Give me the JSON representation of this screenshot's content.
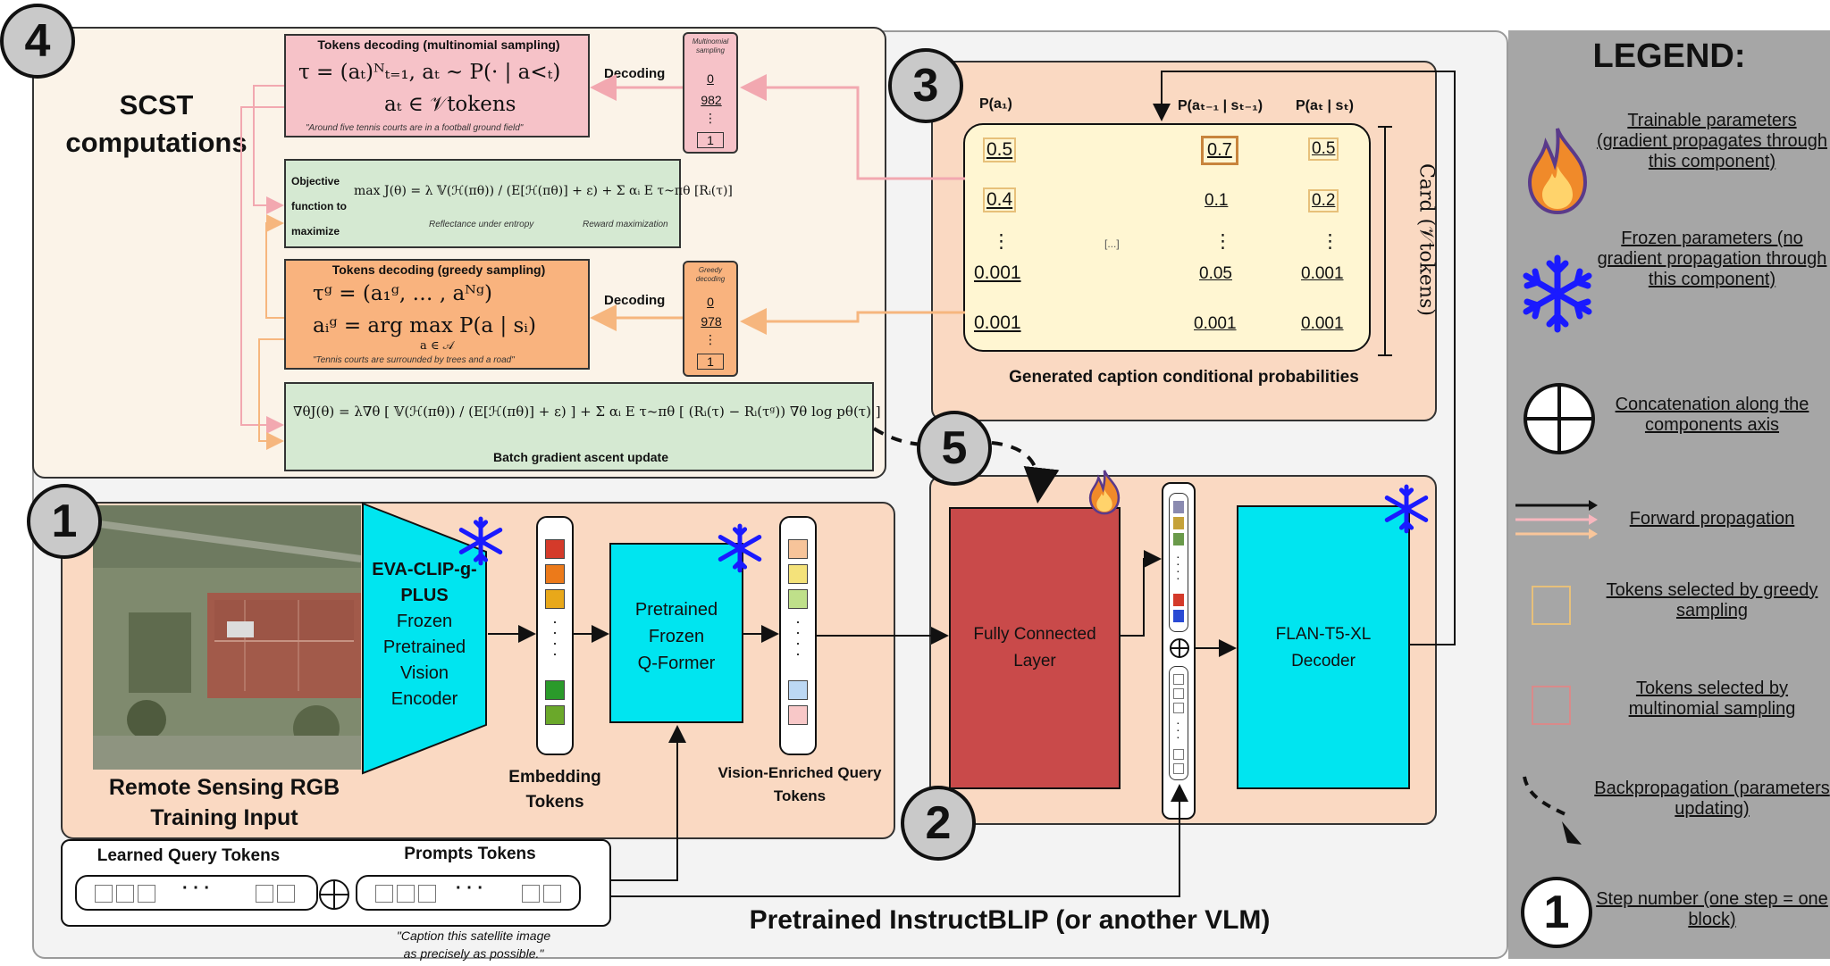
{
  "legend": {
    "title": "LEGEND:",
    "trainable": "Trainable parameters (gradient propagates through this component)",
    "frozen": "Frozen parameters (no gradient propagation through this component)",
    "concat": "Concatenation along the components axis",
    "forward": "Forward propagation",
    "greedy": "Tokens selected by greedy sampling",
    "multinomial": "Tokens selected by multinomial sampling",
    "backprop": "Backpropagation (parameters updating)",
    "step": "Step number (one step = one block)",
    "step_digit": "1"
  },
  "steps": [
    "4",
    "3",
    "5",
    "1",
    "2"
  ],
  "scst": {
    "label_line1": "SCST",
    "label_line2": "computations",
    "multinomial_title": "Tokens decoding (multinomial sampling)",
    "multinomial_eq": "τ = (aₜ)ᴺₜ₌₁,  aₜ ~ P(· | a<ₜ)",
    "multinomial_eq2": "aₜ ∈ 𝒱tokens",
    "multinomial_note": "\"Around five tennis courts are in a football ground field\"",
    "objective_label1": "Objective",
    "objective_label2": "function to",
    "objective_label3": "maximize",
    "objective_eq": "max J(θ) = λ 𝕍(ℋ(πθ)) / (E[ℋ(πθ)] + ε)  +  Σ αᵢ E τ~πθ [Rᵢ(τ)]",
    "objective_sub1": "Reflectance under entropy",
    "objective_sub2": "Reward maximization",
    "greedy_title": "Tokens decoding (greedy sampling)",
    "greedy_eq": "τᵍ = (a₁ᵍ, … , aᴺᵍ)",
    "greedy_eq2": "aᵢᵍ = arg max P(a | sᵢ)",
    "greedy_eq2_sub": "a ∈ 𝒜",
    "greedy_note": "\"Tennis courts are surrounded by trees and a road\"",
    "gradient_eq": "∇θJ(θ) = λ∇θ [ 𝕍(ℋ(πθ)) / (E[ℋ(πθ)] + ε) ]  +  Σ αᵢ E τ~πθ [ (Rᵢ(τ) − Rᵢ(τᵍ)) ∇θ log pθ(τ) ]",
    "gradient_title": "Batch gradient ascent update",
    "decoding": "Decoding",
    "mult_small_label": "Multinomial sampling",
    "greedy_small_label": "Greedy decoding",
    "mult_tokens": [
      "0",
      "982",
      "⋮",
      "1"
    ],
    "greedy_tokens": [
      "0",
      "978",
      "⋮",
      "1"
    ]
  },
  "probs": {
    "head1": "P(a₁)",
    "head2": "P(aₜ₋₁ | sₜ₋₁)",
    "head3": "P(aₜ | sₜ)",
    "col1": [
      "0.5",
      "0.4",
      "⋮",
      "0.001",
      "0.001"
    ],
    "col2": [
      "0.7",
      "0.1",
      "⋮",
      "0.05",
      "0.001"
    ],
    "col3": [
      "0.5",
      "0.2",
      "⋮",
      "0.001",
      "0.001"
    ],
    "dots": "[...]",
    "card": "Card (𝒱tokens)",
    "caption": "Generated caption conditional probabilities"
  },
  "pipeline": {
    "input_label1": "Remote Sensing RGB",
    "input_label2": "Training Input",
    "encoder": [
      "EVA-CLIP-g-",
      "PLUS",
      "Frozen",
      "Pretrained",
      "Vision",
      "Encoder"
    ],
    "embedding_label1": "Embedding",
    "embedding_label2": "Tokens",
    "qformer": [
      "Pretrained",
      "Frozen",
      "Q-Former"
    ],
    "vision_query_label1": "Vision-Enriched Query",
    "vision_query_label2": "Tokens",
    "fc": [
      "Fully Connected",
      "Layer"
    ],
    "decoder": [
      "FLAN-T5-XL",
      "Decoder"
    ],
    "learned_tokens": "Learned Query Tokens",
    "prompt_tokens": "Prompts Tokens",
    "prompt_example1": "\"Caption this satellite image",
    "prompt_example2": "as precisely as possible.\"",
    "vlm_label": "Pretrained InstructBLIP (or another VLM)",
    "dots": "· · ·"
  },
  "colors": {
    "cyan": "#00e5f0",
    "fc_red": "#c94a4a",
    "panel_peach": "#fad9c2",
    "pink_box": "#f6c2c8",
    "green_box": "#d5e9d2",
    "orange_box": "#f9b37e",
    "snowflake_blue": "#1a1aff"
  }
}
